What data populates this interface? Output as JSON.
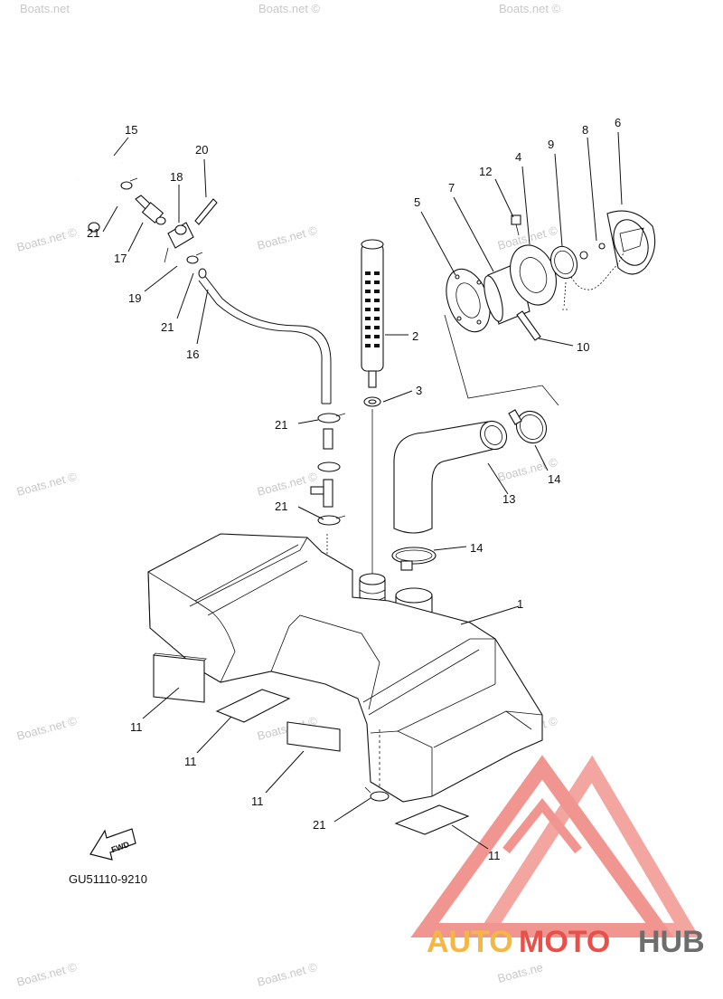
{
  "watermark_text": "Boats.net ©",
  "watermark_partial": "Boats.net",
  "watermark_short": "Boats.ne",
  "diagram_code": "GU51110-9210",
  "fwd_label": "FWD",
  "brand": {
    "part1": "AUTO",
    "part2": "MOTO",
    "part3": "HUB",
    "color_orange": "#f5b642",
    "color_red": "#e8504a",
    "color_gray": "#6d6d6d",
    "logo_color": "#f08a84"
  },
  "callouts": {
    "c1": "1",
    "c2": "2",
    "c3": "3",
    "c4": "4",
    "c5": "5",
    "c6": "6",
    "c7": "7",
    "c8": "8",
    "c9": "9",
    "c10": "10",
    "c12": "12",
    "c13": "13",
    "c14a": "14",
    "c14b": "14",
    "c15": "15",
    "c16": "16",
    "c17": "17",
    "c18": "18",
    "c19": "19",
    "c20": "20",
    "c21a": "21",
    "c21b": "21",
    "c21c": "21",
    "c21d": "21",
    "c21e": "21",
    "c11a": "11",
    "c11b": "11",
    "c11c": "11",
    "c11d": "11"
  }
}
